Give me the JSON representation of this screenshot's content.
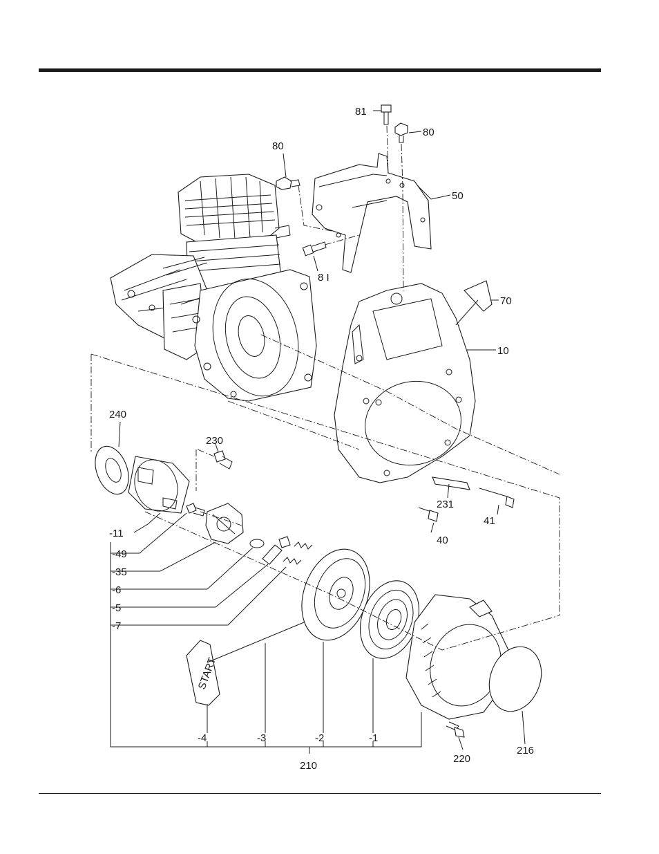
{
  "callouts": [
    {
      "id": "81-top",
      "text": "81"
    },
    {
      "id": "80-right",
      "text": "80"
    },
    {
      "id": "80-left",
      "text": "80"
    },
    {
      "id": "50",
      "text": "50"
    },
    {
      "id": "81-mid",
      "text": "8 I"
    },
    {
      "id": "70",
      "text": "70"
    },
    {
      "id": "10",
      "text": "10"
    },
    {
      "id": "240",
      "text": "240"
    },
    {
      "id": "230",
      "text": "230"
    },
    {
      "id": "231",
      "text": "231"
    },
    {
      "id": "41",
      "text": "41"
    },
    {
      "id": "40",
      "text": "40"
    },
    {
      "id": "11",
      "text": "-11"
    },
    {
      "id": "49",
      "text": "-49"
    },
    {
      "id": "35",
      "text": "-35"
    },
    {
      "id": "6",
      "text": "-6"
    },
    {
      "id": "5",
      "text": "-5"
    },
    {
      "id": "7",
      "text": "-7"
    },
    {
      "id": "4",
      "text": "-4"
    },
    {
      "id": "3",
      "text": "-3"
    },
    {
      "id": "2",
      "text": "-2"
    },
    {
      "id": "1",
      "text": "-1"
    },
    {
      "id": "210",
      "text": "210"
    },
    {
      "id": "220",
      "text": "220"
    },
    {
      "id": "216",
      "text": "216"
    }
  ],
  "handle_text": "START"
}
